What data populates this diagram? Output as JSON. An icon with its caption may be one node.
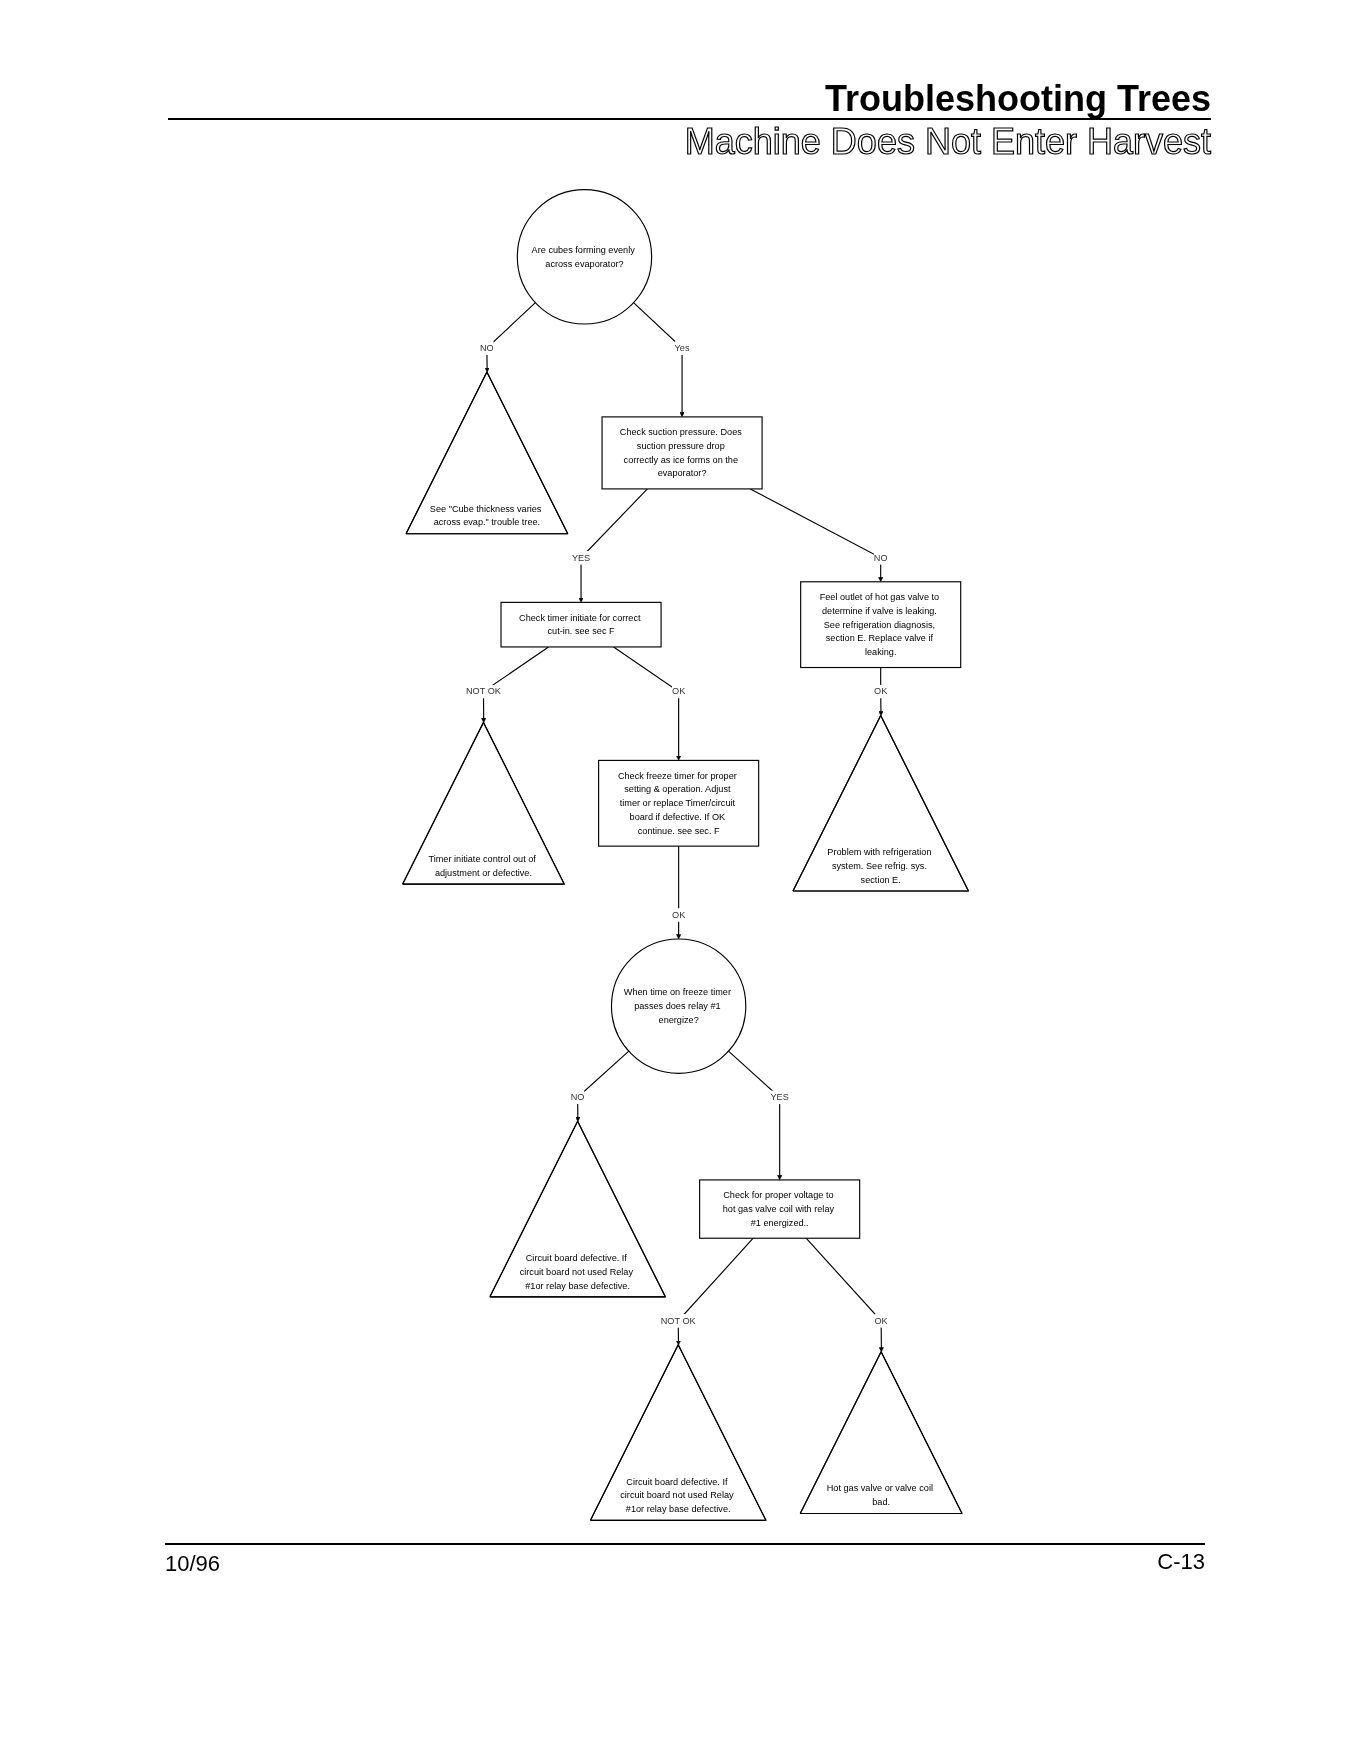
{
  "diagram": {
    "title": "Troubleshooting Trees",
    "nodes": [
      {
        "text": [
          "Are cubes forming evenly across evaporator?"
        ]
      },
      {
        "text": [
          "See \"Cube thickness varies across evap.\" trouble tree."
        ]
      },
      {
        "text": [
          "Check suction pressure. Does suction pressure drop correctly as ice forms on the evaporator?"
        ]
      },
      {
        "text": [
          "Check timer initiate for correct cut-in. see sec F"
        ]
      },
      {
        "text": [
          "Timer initiate control out of adjustment or defective."
        ]
      },
      {
        "text": [
          "Feel outlet of hot gas valve to determine if valve is leaking. See refrigeration diagnosis, section E. Replace valve if leaking."
        ]
      },
      {
        "text": [
          "Check freeze timer for proper setting & operation. Adjust timer or replace Timer/circuit board if defective. If OK continue. see sec. F"
        ]
      },
      {
        "text": [
          "Problem with refrigeration system. See refrig. sys. section E."
        ]
      },
      {
        "text": [
          "When time on freeze timer passes does relay #1 energize?"
        ]
      },
      {
        "text": [
          "Circuit board defective. If circuit board not used Relay #1or relay base defective."
        ]
      },
      {
        "text": [
          "Check for proper voltage to hot gas valve coil with relay #1 energized.."
        ]
      },
      {
        "text": [
          "Circuit board defective. If circuit board not used Relay #1or relay base defective."
        ]
      },
      {
        "text": [
          "Hot gas valve or valve coil bad."
        ]
      }
    ],
    "edges": [
      {
        "from": 0,
        "to": 1,
        "arrow": "to",
        "label": "NO"
      },
      {
        "from": 0,
        "to": 2,
        "arrow": "to",
        "label": "Yes"
      },
      {
        "from": 2,
        "to": 3,
        "arrow": "to",
        "label": "YES"
      },
      {
        "from": 2,
        "to": 5,
        "arrow": "to",
        "label": "NO"
      },
      {
        "from": 3,
        "to": 4,
        "arrow": "to",
        "label": "NOT OK"
      },
      {
        "from": 3,
        "to": 6,
        "arrow": "to",
        "label": "OK"
      },
      {
        "from": 5,
        "to": 7,
        "arrow": "to",
        "label": "OK"
      },
      {
        "from": 6,
        "to": 8,
        "arrow": "to",
        "label": "OK"
      },
      {
        "from": 8,
        "to": 9,
        "arrow": "to",
        "label": "NO"
      },
      {
        "from": 8,
        "to": 10,
        "arrow": "to",
        "label": "YES"
      },
      {
        "from": 10,
        "to": 11,
        "arrow": "to",
        "label": "NOT OK"
      },
      {
        "from": 10,
        "to": 12,
        "arrow": "to",
        "label": "OK"
      }
    ],
    "labels": [
      "Machine Does Not Enter Harvest",
      "10/96",
      "C-13"
    ]
  }
}
